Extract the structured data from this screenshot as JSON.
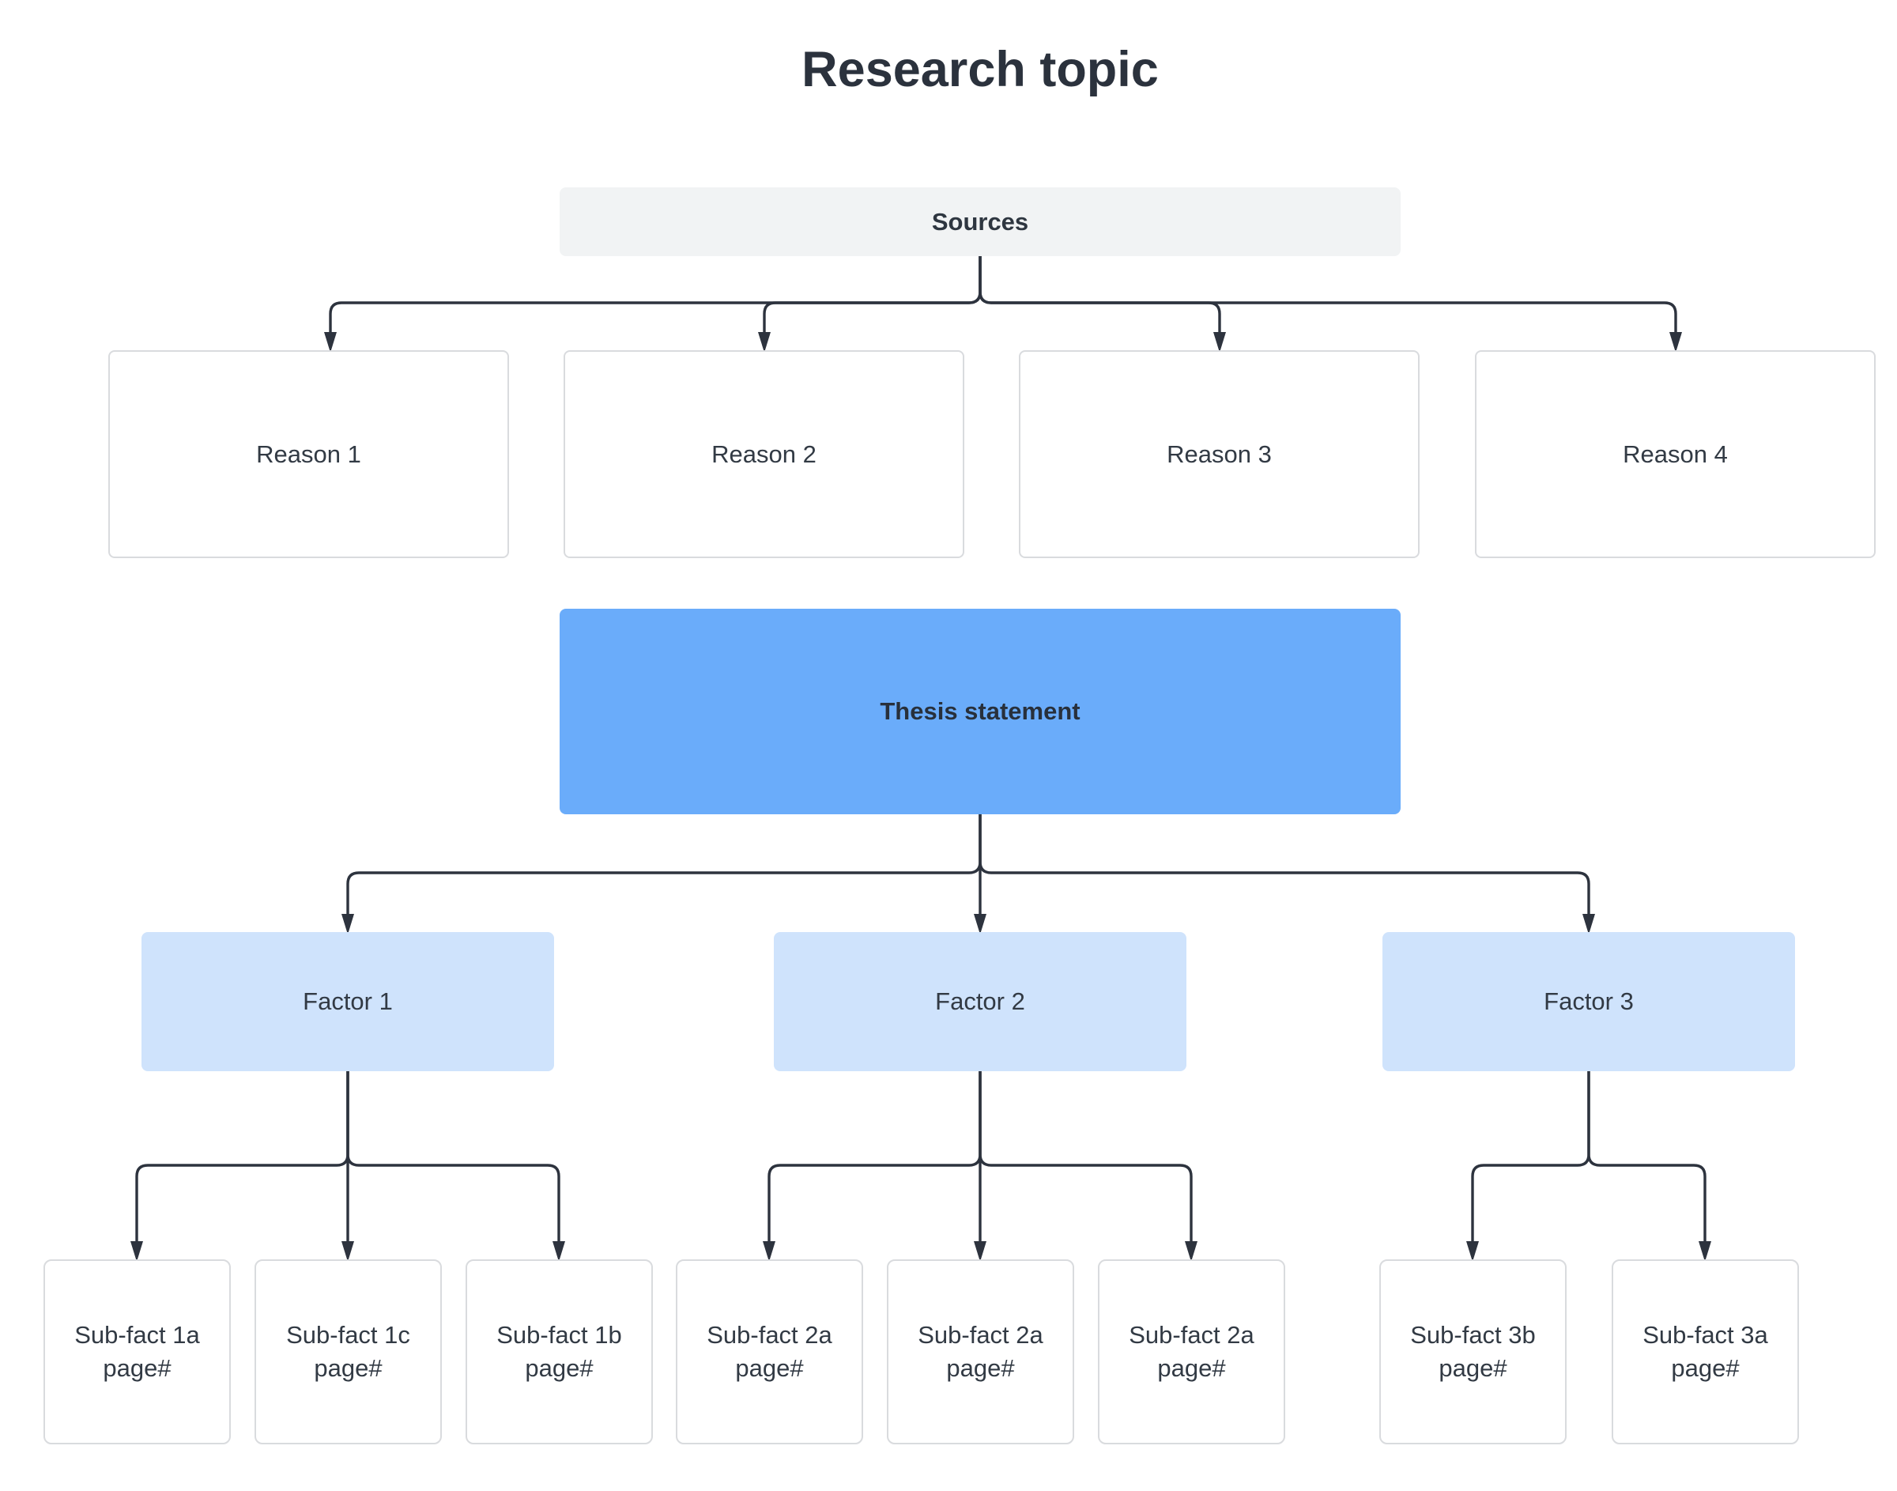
{
  "title": "Research topic",
  "colors": {
    "thesis_fill": "#6aacfa",
    "factor_fill": "#cfe3fc",
    "sources_fill": "#f1f3f4",
    "box_border": "#d9dbde",
    "connector_line": "#2d333e",
    "text": "#323a44"
  },
  "sources": {
    "label": "Sources"
  },
  "reasons": [
    {
      "label": "Reason 1"
    },
    {
      "label": "Reason 2"
    },
    {
      "label": "Reason 3"
    },
    {
      "label": "Reason 4"
    }
  ],
  "thesis": {
    "label": "Thesis statement"
  },
  "factors": [
    {
      "label": "Factor 1",
      "subfacts": [
        {
          "name": "Sub-fact 1a",
          "page": "page#"
        },
        {
          "name": "Sub-fact 1c",
          "page": "page#"
        },
        {
          "name": "Sub-fact 1b",
          "page": "page#"
        }
      ]
    },
    {
      "label": "Factor 2",
      "subfacts": [
        {
          "name": "Sub-fact 2a",
          "page": "page#"
        },
        {
          "name": "Sub-fact 2a",
          "page": "page#"
        },
        {
          "name": "Sub-fact 2a",
          "page": "page#"
        }
      ]
    },
    {
      "label": "Factor 3",
      "subfacts": [
        {
          "name": "Sub-fact 3b",
          "page": "page#"
        },
        {
          "name": "Sub-fact 3a",
          "page": "page#"
        }
      ]
    }
  ]
}
